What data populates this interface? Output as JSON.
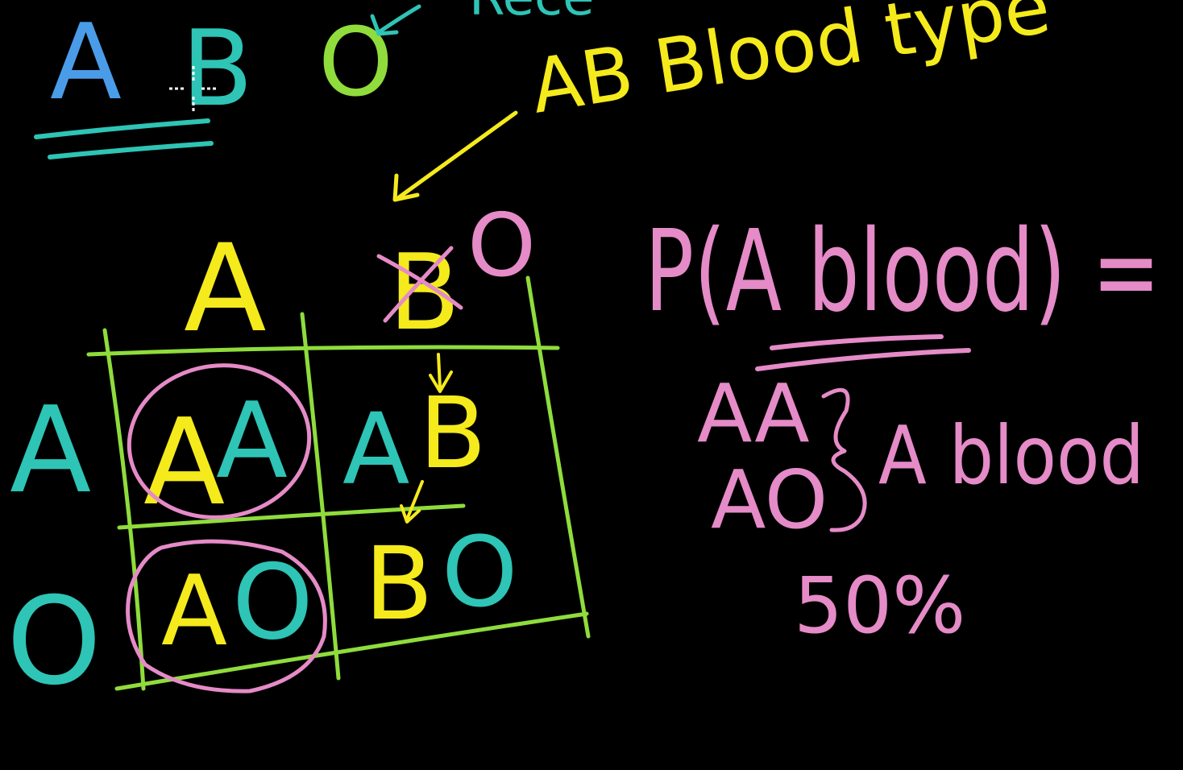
{
  "colors": {
    "background": "#000000",
    "blue": "#4a9ce8",
    "teal": "#2ec4b6",
    "green": "#8fdc3c",
    "yellow": "#f5ea1c",
    "pink": "#e58bc7",
    "cursor": "#ffffff"
  },
  "top_alleles": {
    "a": "A",
    "b": "B",
    "o": "O"
  },
  "top_note_fragment": "Rece",
  "ab_note": "AB Blood type",
  "punnett": {
    "column_headers": [
      "A",
      "B",
      "O"
    ],
    "row_headers": [
      "A",
      "O"
    ],
    "cells": {
      "r1c1_first": "A",
      "r1c1_second": "A",
      "r1c2_first": "A",
      "r1c2_second": "B",
      "r2c1_first": "A",
      "r2c1_second": "O",
      "r2c2_first": "B",
      "r2c2_second": "O"
    }
  },
  "probability": {
    "expression": "P(A blood) =",
    "genotype_1": "AA",
    "genotype_2": "AO",
    "result_label": "A blood",
    "answer": "50%"
  },
  "icons": {
    "cursor": "crosshair-cursor-icon"
  }
}
